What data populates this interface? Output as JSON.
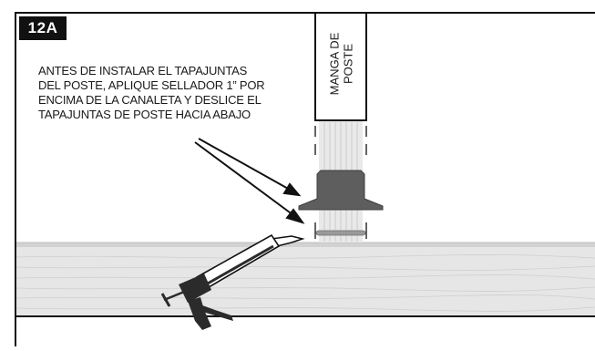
{
  "step": {
    "label": "12A"
  },
  "instruction": {
    "lines": [
      "ANTES DE INSTALAR EL TAPAJUNTAS",
      "DEL POSTE, APLIQUE SELLADOR 1” POR",
      "ENCIMA DE LA CANALETA Y DESLICE EL",
      "TAPAJUNTAS DE POSTE HACIA ABAJO"
    ]
  },
  "post_sleeve": {
    "label_lines": [
      "MANGA DE",
      "POSTE"
    ]
  },
  "colors": {
    "frame": "#111111",
    "deck": "#e6e6e6",
    "wood_grain": "#c9c9c9",
    "flashing": "#5e5e5e",
    "sealant_ring": "#9a9a9a",
    "caulk_gun": "#2b2b2b"
  }
}
